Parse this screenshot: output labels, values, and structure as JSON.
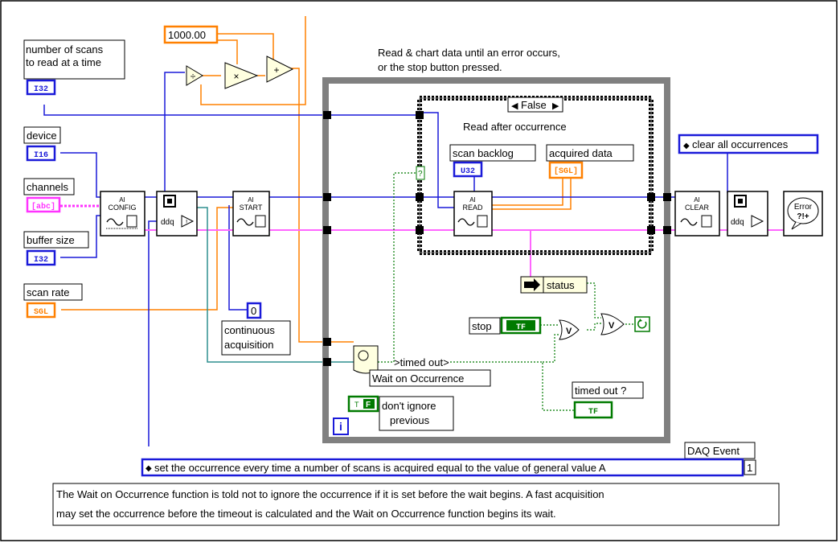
{
  "header_note": [
    "Read & chart data until an error occurs,",
    "or the stop button pressed."
  ],
  "controls": {
    "scans_label": [
      "number of scans",
      "to read at a time"
    ],
    "scans_type": "I32",
    "device_label": "device",
    "device_type": "I16",
    "channels_label": "channels",
    "channels_type": "[abc]",
    "buffer_label": "buffer size",
    "buffer_type": "I32",
    "rate_label": "scan rate",
    "rate_type": "SGL",
    "constant_value": "1000.00",
    "continuous_value": "0",
    "continuous_label": [
      "continuous",
      "acquisition"
    ]
  },
  "vis": {
    "config": [
      "AI",
      "CONFIG"
    ],
    "start": [
      "AI",
      "START"
    ],
    "read": [
      "AI",
      "READ"
    ],
    "clear": [
      "AI",
      "CLEAR"
    ],
    "error": [
      "Error",
      "?!+"
    ],
    "math_ops": [
      "÷",
      "×",
      "+"
    ]
  },
  "case_structure": {
    "selector": "False",
    "title": "Read after occurrence",
    "backlog_label": "scan backlog",
    "backlog_type": "U32",
    "acquired_label": "acquired data",
    "acquired_type": "[SGL]"
  },
  "loop": {
    "status_label": "status",
    "stop_label": "stop",
    "stop_type": "TF",
    "timed_out_term": ">timed out>",
    "wait_label": "Wait on Occurrence",
    "ignore_value": "F",
    "ignore_label": [
      "don't ignore",
      "previous"
    ],
    "timed_out_indicator_label": "timed out ?",
    "timed_out_type": "TF",
    "iteration": "i",
    "or_gate": "V"
  },
  "clear_label": "clear all occurrences",
  "daq_event_label": "DAQ Event",
  "daq_event_text": "set the occurrence every time a number of scans is acquired equal to the value of general value A",
  "daq_event_count": "1",
  "comment": [
    "The Wait on Occurrence function is told not to ignore the occurrence if it is set before the wait begins. A fast acquisition",
    "may set the occurrence before the timeout is calculated and the Wait on Occurrence function begins its wait."
  ],
  "colors": {
    "numeric_int": "#1a1ad9",
    "float": "#ff8000",
    "string": "#ff33ff",
    "boolean": "#007a00",
    "error": "#ff66ff",
    "loop": "#808080",
    "cluster": "#7a5200"
  }
}
